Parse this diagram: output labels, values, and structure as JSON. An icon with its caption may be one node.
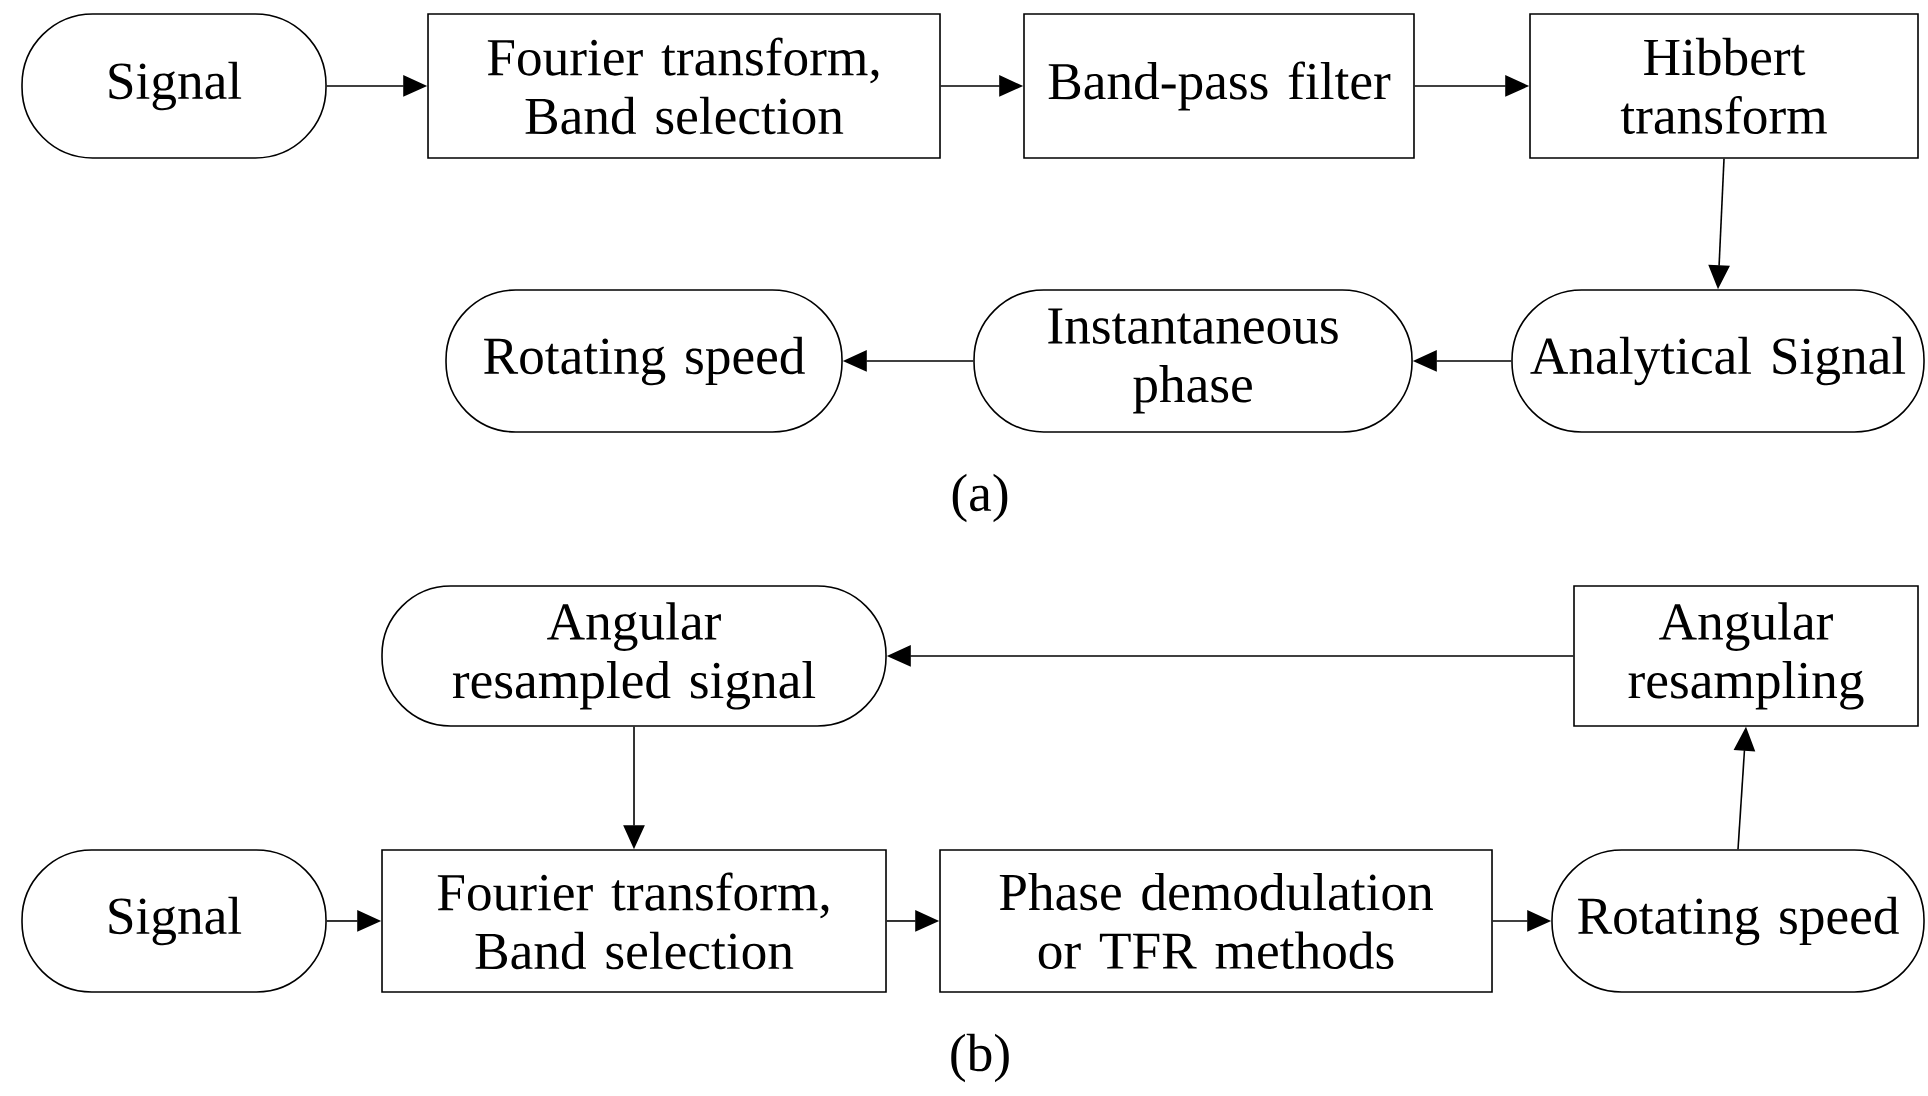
{
  "diagram": {
    "nodes": [
      {
        "text": [
          "Signal"
        ]
      },
      {
        "text": [
          "Fourier transform, Band selection"
        ]
      },
      {
        "text": [
          "Band-pass filter"
        ]
      },
      {
        "text": [
          "Hibbert transform"
        ]
      },
      {
        "text": [
          "Rotating speed"
        ]
      },
      {
        "text": [
          "Instantaneous phase"
        ]
      },
      {
        "text": [
          "Analytical Signal"
        ]
      },
      {
        "text": [
          "Angular resampled signal"
        ]
      },
      {
        "text": [
          "Angular resampling"
        ]
      },
      {
        "text": [
          "Signal"
        ]
      },
      {
        "text": [
          "Fourier transform, Band selection"
        ]
      },
      {
        "text": [
          "Phase demodulation or TFR methods"
        ]
      },
      {
        "text": [
          "Rotating speed"
        ]
      }
    ],
    "edges": [
      {
        "from": 0,
        "to": 1,
        "arrow": "to"
      },
      {
        "from": 1,
        "to": 2,
        "arrow": "to"
      },
      {
        "from": 2,
        "to": 3,
        "arrow": "to"
      },
      {
        "from": 3,
        "to": 6,
        "arrow": "to"
      },
      {
        "from": 6,
        "to": 5,
        "arrow": "to"
      },
      {
        "from": 5,
        "to": 4,
        "arrow": "to"
      },
      {
        "from": 9,
        "to": 10,
        "arrow": "to"
      },
      {
        "from": 10,
        "to": 11,
        "arrow": "to"
      },
      {
        "from": 11,
        "to": 12,
        "arrow": "to"
      },
      {
        "from": 12,
        "to": 8,
        "arrow": "to"
      },
      {
        "from": 8,
        "to": 7,
        "arrow": "to"
      },
      {
        "from": 7,
        "to": 10,
        "arrow": "to"
      }
    ],
    "labels": [
      "(a)",
      "(b)"
    ]
  }
}
